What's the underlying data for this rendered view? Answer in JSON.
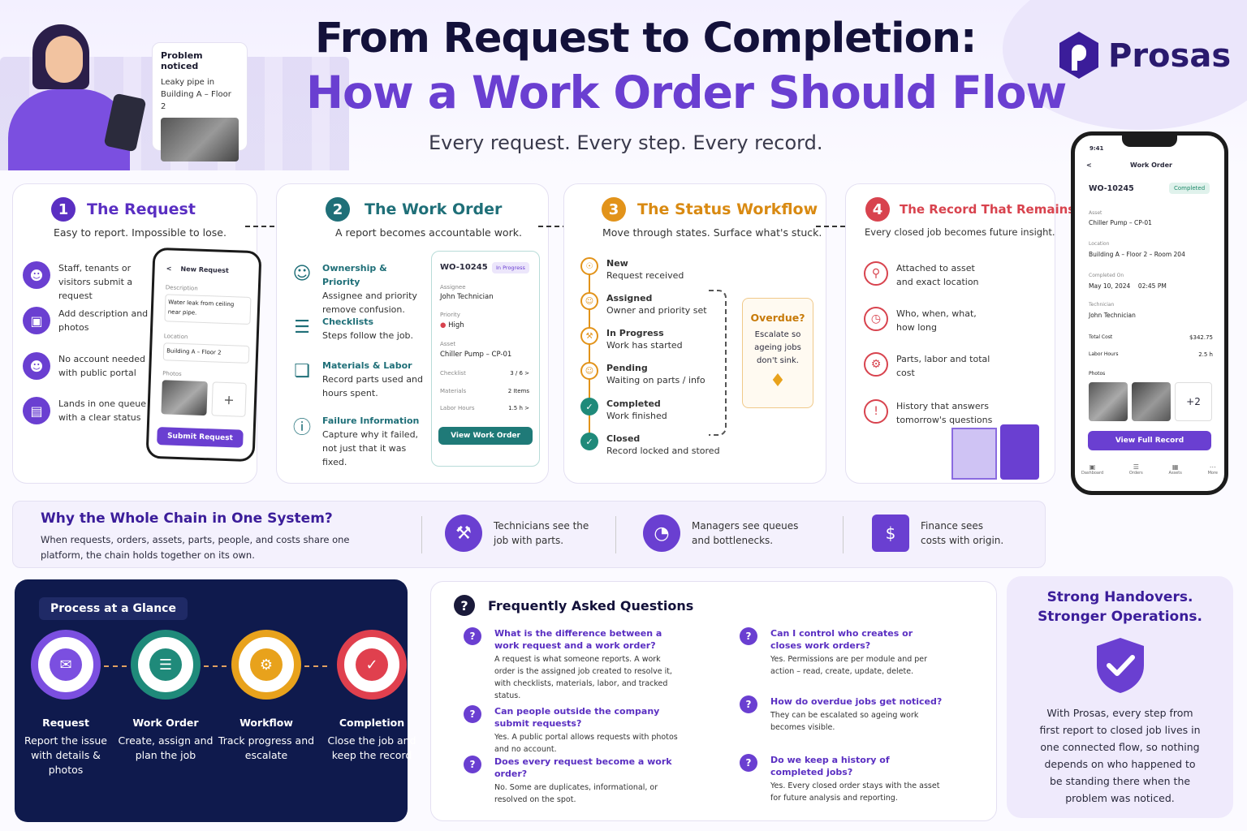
{
  "header": {
    "title_line1": "From Request to Completion:",
    "title_line2": "How a Work Order Should Flow",
    "tagline": "Every request. Every step. Every record.",
    "brand": "Prosas"
  },
  "hero_note": {
    "title": "Problem noticed",
    "text": "Leaky pipe in Building A – Floor 2"
  },
  "request": {
    "num": "1",
    "title": "The Request",
    "subtitle": "Easy to report. Impossible to lose.",
    "items": [
      {
        "icon": "user-icon",
        "text": "Staff, tenants or visitors submit a request"
      },
      {
        "icon": "camera-icon",
        "text": "Add description and photos"
      },
      {
        "icon": "user-icon",
        "text": "No account needed with public portal"
      },
      {
        "icon": "inbox-icon",
        "text": "Lands in one queue with a clear status"
      }
    ],
    "phone": {
      "title": "New Request",
      "desc_label": "Description",
      "desc_value": "Water leak from ceiling near pipe.",
      "loc_label": "Location",
      "loc_value": "Building A – Floor 2",
      "photos_label": "Photos",
      "add": "+",
      "submit": "Submit Request"
    }
  },
  "workorder": {
    "num": "2",
    "title": "The Work Order",
    "subtitle": "A report becomes accountable work.",
    "items": [
      {
        "title": "Ownership & Priority",
        "text": "Assignee and priority remove confusion."
      },
      {
        "title": "Checklists",
        "text": "Steps follow the job."
      },
      {
        "title": "Materials & Labor",
        "text": "Record parts used and hours spent."
      },
      {
        "title": "Failure Information",
        "text": "Capture why it failed, not just that it was fixed."
      }
    ],
    "card": {
      "id": "WO-10245",
      "status": "In Progress",
      "assignee_label": "Assignee",
      "assignee": "John Technician",
      "priority_label": "Priority",
      "priority": "High",
      "asset_label": "Asset",
      "asset": "Chiller Pump – CP-01",
      "checklist_label": "Checklist",
      "checklist": "3 / 6 >",
      "materials_label": "Materials",
      "materials": "2 Items",
      "labor_label": "Labor Hours",
      "labor": "1.5 h >",
      "button": "View Work Order"
    }
  },
  "workflow": {
    "num": "3",
    "title": "The Status Workflow",
    "subtitle": "Move through states. Surface what's stuck.",
    "states": [
      {
        "title": "New",
        "text": "Request received"
      },
      {
        "title": "Assigned",
        "text": "Owner and priority set"
      },
      {
        "title": "In Progress",
        "text": "Work has started"
      },
      {
        "title": "Pending",
        "text": "Waiting on parts / info"
      },
      {
        "title": "Completed",
        "text": "Work finished"
      },
      {
        "title": "Closed",
        "text": "Record locked and stored"
      }
    ],
    "overdue_title": "Overdue?",
    "overdue_text": "Escalate so ageing jobs don't sink."
  },
  "record": {
    "num": "4",
    "title": "The Record That Remains",
    "subtitle": "Every closed job becomes future insight.",
    "items": [
      {
        "text": "Attached to asset and exact location"
      },
      {
        "text": "Who, when, what, how long"
      },
      {
        "text": "Parts, labor and total cost"
      },
      {
        "text": "History that answers tomorrow's questions"
      }
    ]
  },
  "mobile": {
    "time": "9:41",
    "title": "Work Order",
    "id": "WO-10245",
    "status": "Completed",
    "asset_label": "Asset",
    "asset": "Chiller Pump – CP-01",
    "location_label": "Location",
    "location": "Building A – Floor 2 – Room 204",
    "completed_label": "Completed On",
    "completed": "May 10, 2024    02:45 PM",
    "tech_label": "Technician",
    "tech": "John Technician",
    "cost_label": "Total Cost",
    "cost": "$342.75",
    "labor_label": "Labor Hours",
    "labor": "2.5 h",
    "photos_label": "Photos",
    "more": "+2",
    "button": "View Full Record",
    "nav": [
      "Dashboard",
      "Orders",
      "Assets",
      "More"
    ]
  },
  "why": {
    "title": "Why the Whole Chain in One System?",
    "text": "When requests, orders, assets, parts, people, and costs share one platform, the chain holds together on its own.",
    "points": [
      {
        "icon": "wrench-icon",
        "text": "Technicians see the job with parts."
      },
      {
        "icon": "pie-chart-icon",
        "text": "Managers see queues and bottlenecks."
      },
      {
        "icon": "invoice-icon",
        "text": "Finance sees costs with origin."
      }
    ]
  },
  "glance": {
    "title": "Process at a Glance",
    "steps": [
      {
        "title": "Request",
        "text": "Report the issue with details & photos",
        "color": "#7b4fe0"
      },
      {
        "title": "Work Order",
        "text": "Create, assign and plan the job",
        "color": "#1f8a7a"
      },
      {
        "title": "Workflow",
        "text": "Track progress and escalate",
        "color": "#e8a21c"
      },
      {
        "title": "Completion",
        "text": "Close the job and keep the record",
        "color": "#e0404e"
      }
    ]
  },
  "faq": {
    "title": "Frequently Asked Questions",
    "items": [
      {
        "q": "What is the difference between a work request and a work order?",
        "a": "A request is what someone reports. A work order is the assigned job created to resolve it, with checklists, materials, labor, and tracked status."
      },
      {
        "q": "Can people outside the company submit requests?",
        "a": "Yes. A public portal allows requests with photos and no account."
      },
      {
        "q": "Does every request become a work order?",
        "a": "No. Some are duplicates, informational, or resolved on the spot."
      },
      {
        "q": "Can I control who creates or closes work orders?",
        "a": "Yes. Permissions are per module and per action – read, create, update, delete."
      },
      {
        "q": "How do overdue jobs get noticed?",
        "a": "They can be escalated so ageing work becomes visible."
      },
      {
        "q": "Do we keep a history of completed jobs?",
        "a": "Yes. Every closed order stays with the asset for future analysis and reporting."
      }
    ]
  },
  "handover": {
    "title": "Strong Handovers. Stronger Operations.",
    "text": "With Prosas, every step from first report to closed job lives in one connected flow, so nothing depends on who happened to be standing there when the problem was noticed."
  }
}
